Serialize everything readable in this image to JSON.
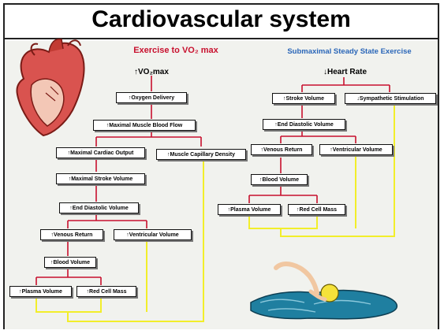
{
  "title": "Cardiovascular system",
  "left": {
    "heading": "Exercise to VO₂ max",
    "goal": "↑VO₂max",
    "boxes": {
      "oxygen_delivery": "↑Oxygen Delivery",
      "max_muscle_blood_flow": "↑Maximal Muscle Blood Flow",
      "max_cardiac_output": "↑Maximal Cardiac Output",
      "muscle_capillary_density": "↑Muscle Capillary Density",
      "max_stroke_volume": "↑Maximal Stroke Volume",
      "end_diastolic_volume": "↑End Diastolic Volume",
      "venous_return": "↑Venous Return",
      "ventricular_volume": "↑Ventricular Volume",
      "blood_volume": "↑Blood Volume",
      "plasma_volume": "↑Plasma Volume",
      "red_cell_mass": "↑Red Cell Mass"
    }
  },
  "right": {
    "heading": "Submaximal Steady State Exercise",
    "goal": "↓Heart Rate",
    "boxes": {
      "stroke_volume": "↑Stroke Volume",
      "sympathetic_stimulation": "↓Sympathetic Stimulation",
      "end_diastolic_volume": "↑End Diastolic Volume",
      "venous_return": "↑Venous Return",
      "ventricular_volume": "↑Ventricular Volume",
      "blood_volume": "↑Blood Volume",
      "plasma_volume": "↑Plasma Volume",
      "red_cell_mass": "↑Red Cell Mass"
    }
  },
  "colors": {
    "arrow": "#c8102e",
    "feedback": "#f2ee2a",
    "left_heading": "#c8102e",
    "right_heading": "#2a66b8",
    "water": "#1f7fa0"
  },
  "icons": [
    "heart-illustration",
    "swimmer-illustration"
  ]
}
